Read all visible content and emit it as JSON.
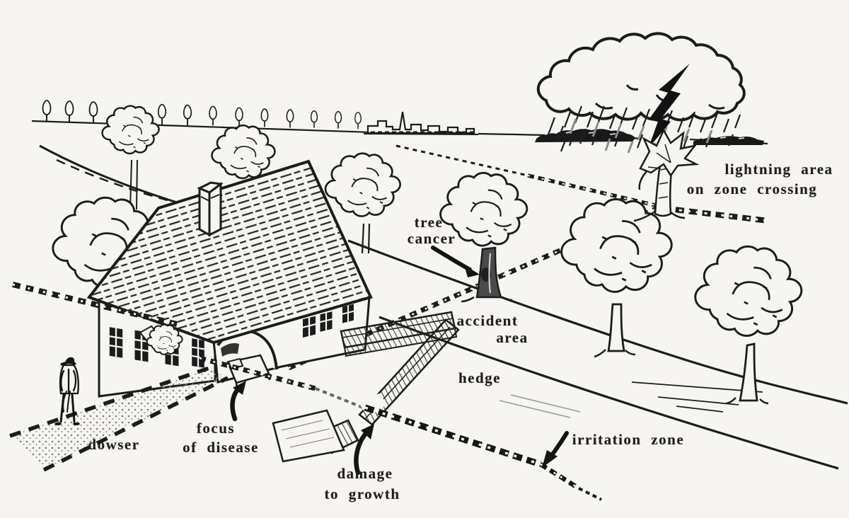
{
  "colors": {
    "background": "#f7f5f1",
    "ink": "#1c1c1c",
    "shade_gray": "#8c8c8c"
  },
  "labels": {
    "lightning_area": {
      "line1": "lightning area",
      "line2": "on zone crossing"
    },
    "tree_cancer": {
      "line1": "tree",
      "line2": "cancer"
    },
    "accident_area": {
      "line1": "accident",
      "line2": "area"
    },
    "hedge": "hedge",
    "focus_of_disease": {
      "line1": "focus",
      "line2": "of disease"
    },
    "dowser": "dowser",
    "damage_to_growth": {
      "line1": "damage",
      "line2": "to growth"
    },
    "irritation_zone": "irritation zone"
  }
}
